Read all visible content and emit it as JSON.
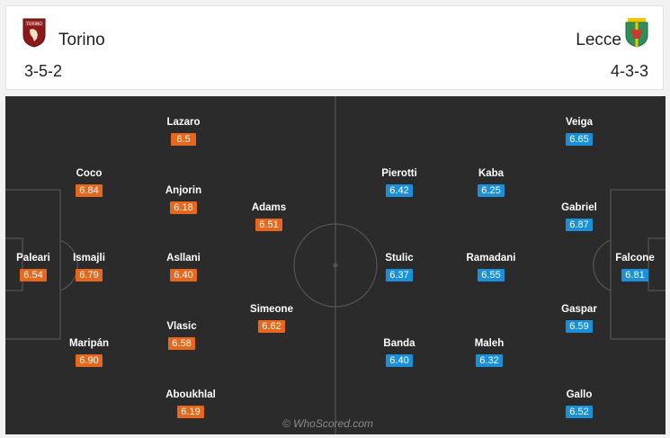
{
  "home": {
    "name": "Torino",
    "formation": "3-5-2",
    "crest": "torino-crest-icon",
    "rating_color": "#e7681c"
  },
  "away": {
    "name": "Lecce",
    "formation": "4-3-3",
    "crest": "lecce-crest-icon",
    "rating_color": "#1b8fd8"
  },
  "home_players": [
    {
      "name": "Paleari",
      "rating": "6.54"
    },
    {
      "name": "Coco",
      "rating": "6.84"
    },
    {
      "name": "Ismajli",
      "rating": "6.79"
    },
    {
      "name": "Maripán",
      "rating": "6.90"
    },
    {
      "name": "Lazaro",
      "rating": "6.5"
    },
    {
      "name": "Anjorin",
      "rating": "6.18"
    },
    {
      "name": "Asllani",
      "rating": "6.40"
    },
    {
      "name": "Vlasic",
      "rating": "6.58"
    },
    {
      "name": "Aboukhlal",
      "rating": "6.19"
    },
    {
      "name": "Adams",
      "rating": "6.51"
    },
    {
      "name": "Simeone",
      "rating": "6.62"
    }
  ],
  "away_players": [
    {
      "name": "Falcone",
      "rating": "6.81"
    },
    {
      "name": "Veiga",
      "rating": "6.65"
    },
    {
      "name": "Gabriel",
      "rating": "6.87"
    },
    {
      "name": "Gaspar",
      "rating": "6.59"
    },
    {
      "name": "Gallo",
      "rating": "6.52"
    },
    {
      "name": "Kaba",
      "rating": "6.25"
    },
    {
      "name": "Ramadani",
      "rating": "6.55"
    },
    {
      "name": "Maleh",
      "rating": "6.32"
    },
    {
      "name": "Pierotti",
      "rating": "6.42"
    },
    {
      "name": "Stulic",
      "rating": "6.37"
    },
    {
      "name": "Banda",
      "rating": "6.40"
    }
  ],
  "watermark": "© WhoScored.com"
}
